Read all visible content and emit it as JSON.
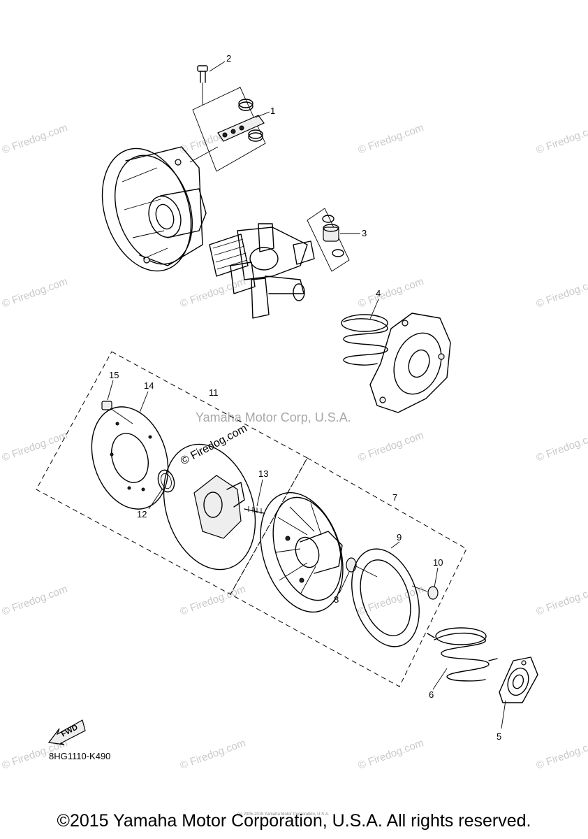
{
  "diagram": {
    "callouts": [
      "1",
      "2",
      "3",
      "4",
      "5",
      "6",
      "7",
      "8",
      "9",
      "10",
      "11",
      "12",
      "13",
      "14",
      "15"
    ],
    "part_code": "8HG1110-K490",
    "fwd_label": "FWD",
    "center_watermark": "Yamaha Motor Corp, U.S.A.",
    "diagonal_watermark": "© Firedog.com",
    "edge_watermark": "© Firedog.com",
    "copyright": "©2015 Yamaha Motor Corporation, U.S.A. All rights reserved.",
    "fine_print": "(c) 2005-2015 Yamaha Motor Corporation, U.S.A."
  }
}
